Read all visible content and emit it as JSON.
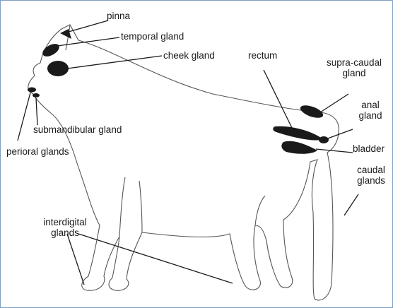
{
  "colors": {
    "outline": "#555555",
    "gland": "#1a1a1a",
    "leader": "#1a1a1a",
    "frame": "#7f9fc2"
  },
  "labels": {
    "pinna": "pinna",
    "temporal_gland": "temporal gland",
    "cheek_gland": "cheek gland",
    "rectum": "rectum",
    "supra_caudal_1": "supra-caudal",
    "supra_caudal_2": "gland",
    "anal_1": "anal",
    "anal_2": "gland",
    "submandibular_gland": "submandibular gland",
    "perioral_glands": "perioral glands",
    "bladder": "bladder",
    "caudal_1": "caudal",
    "caudal_2": "glands",
    "interdigital_1": "interdigital",
    "interdigital_2": "glands"
  }
}
